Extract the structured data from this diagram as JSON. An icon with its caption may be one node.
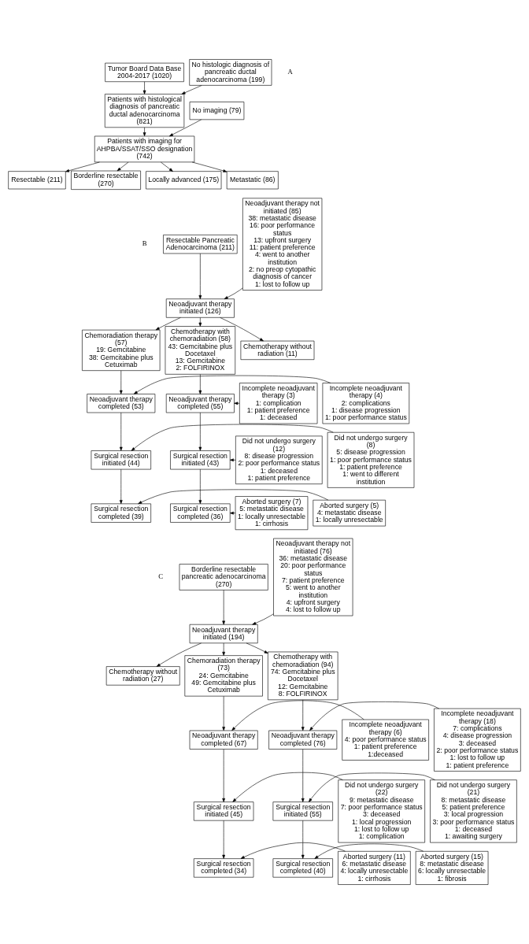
{
  "diagram": {
    "nodes": [
      {
        "text": [
          "Tumor Board Data Base 2004-2017 (1020)"
        ]
      },
      {
        "text": [
          "No histologic diagnosis of pancreatic ductal adenocarcinoma (199)"
        ]
      },
      {
        "text": [
          "Patients with histological diagnosis of pancreatic ductal adenocarcinoma (821)"
        ]
      },
      {
        "text": [
          "No imaging (79)"
        ]
      },
      {
        "text": [
          "Patients with imaging for AHPBA/SSAT/SSO designation (742)"
        ]
      },
      {
        "text": [
          "Resectable (211)"
        ]
      },
      {
        "text": [
          "Borderline resectable (270)"
        ]
      },
      {
        "text": [
          "Locally advanced (175)"
        ]
      },
      {
        "text": [
          "Metastatic (86)"
        ]
      },
      {
        "text": [
          "Resectable Pancreatic Adenocarcinoma (211)"
        ]
      },
      {
        "text": [
          "Neoadjuvant therapy not initiated (85)",
          "38: metastatic disease",
          "16: poor performance status",
          "13: upfront surgery",
          "11: patient preference",
          "4: went to another institution",
          "2: no preop cytopathic diagnosis of cancer",
          "1: lost to follow up"
        ]
      },
      {
        "text": [
          "Neoadjuvant therapy initiated (126)"
        ]
      },
      {
        "text": [
          "Chemoradiation therapy (57)",
          "19: Gemcitabine",
          "38: Gemcitabine plus Cetuximab"
        ]
      },
      {
        "text": [
          "Chemotherapy with chemoradiation (58)",
          "43: Gemcitabine plus Docetaxel",
          "13: Gemcitabine",
          "2: FOLFIRINOX"
        ]
      },
      {
        "text": [
          "Chemotherapy without radiation (11)"
        ]
      },
      {
        "text": [
          "Incomplete neoadjuvant therapy (4)",
          "2: complications",
          "1: disease progression",
          "1: poor performance status"
        ]
      },
      {
        "text": [
          "Neoadjuvant therapy completed (53)"
        ]
      },
      {
        "text": [
          "Incomplete neoadjuvant therapy (3)",
          "1: complication",
          "1: patient preference",
          "1: deceased"
        ]
      },
      {
        "text": [
          "Neoadjuvant therapy completed (55)"
        ]
      },
      {
        "text": [
          "Did not undergo surgery (8)",
          "5: disease progression",
          "1: poor performance status",
          "1: patient preference",
          "1: went to different institution"
        ]
      },
      {
        "text": [
          "Surgical resection initiated (44)"
        ]
      },
      {
        "text": [
          "Surgical resection initiated (43)"
        ]
      },
      {
        "text": [
          "Did not undergo surgery (12)",
          "8: disease progression",
          "2: poor performance status",
          "1: deceased",
          "1: patient preference"
        ]
      },
      {
        "text": [
          "Aborted surgery (5)",
          "4: metastatic disease",
          "1: locally unresectable"
        ]
      },
      {
        "text": [
          "Aborted surgery (7)",
          "5: metastatic disease",
          "1: locally unresectable",
          "1: cirrhosis"
        ]
      },
      {
        "text": [
          "Surgical resection completed (39)"
        ]
      },
      {
        "text": [
          "Surgical resection completed (36)"
        ]
      },
      {
        "text": [
          "Borderline resectable pancreatic adenocarcinoma (270)"
        ]
      },
      {
        "text": [
          "Neoadjuvant therapy not initiated (76)",
          "36: metastatic disease",
          "20: poor performance status",
          "7: patient preference",
          "5: went to another institution",
          "4: upfront surgery",
          "4: lost to follow up"
        ]
      },
      {
        "text": [
          "Neoadjuvant therapy initiated (194)"
        ]
      },
      {
        "text": [
          "Chemotherapy without radiation (27)"
        ]
      },
      {
        "text": [
          "Chemoradiation therapy (73)",
          "24: Gemcitabine",
          "49: Gemcitabine plus Cetuximab"
        ]
      },
      {
        "text": [
          "Chemotherapy with chemoradiation (94)",
          "74: Gemcitabine plus Docetaxel",
          "12: Gemcitabine",
          "8: FOLFIRINOX"
        ]
      },
      {
        "text": [
          "Incomplete neoadjuvant therapy (6)",
          "4: poor performance status",
          "1: patient preference",
          "1:deceased"
        ]
      },
      {
        "text": [
          "Incomplete neoadjuvant therapy (18)",
          "7: complications",
          "4: disease progression",
          "3: deceased",
          "2: poor performance status",
          "1: lost to follow up",
          "1: patient preference"
        ]
      },
      {
        "text": [
          "Neoadjuvant therapy completed (67)"
        ]
      },
      {
        "text": [
          "Neoadjuvant therapy completed (76)"
        ]
      },
      {
        "text": [
          "Did not undergo surgery (22)",
          "9: metastatic disease",
          "7: poor performance status",
          "3: deceased",
          "1: local progression",
          "1: lost to follow up",
          "1: complication"
        ]
      },
      {
        "text": [
          "Surgical resection initiated (45)"
        ]
      },
      {
        "text": [
          "Surgical resection initiated (55)"
        ]
      },
      {
        "text": [
          "Did not undergo surgery (21)",
          "8: metastatic disease",
          "5: patient preference",
          "3: local progression",
          "3: poor performance status",
          "1: deceased",
          "1: awaiting surgery"
        ]
      },
      {
        "text": [
          "Aborted surgery (11)",
          "6: metastatic disease",
          "4: locally unresectable",
          "1: cirrhosis"
        ]
      },
      {
        "text": [
          "Aborted surgery (15)",
          "8: metastatic disease",
          "6: locally unresectable",
          "1: fibrosis"
        ]
      },
      {
        "text": [
          "Surgical resection completed (34)"
        ]
      },
      {
        "text": [
          "Surgical resection completed (40)"
        ]
      }
    ],
    "edges": [
      {
        "from": 0,
        "to": 2,
        "arrow": "to"
      },
      {
        "from": 1,
        "to": 2,
        "arrow": "to"
      },
      {
        "from": 2,
        "to": 4,
        "arrow": "to"
      },
      {
        "from": 3,
        "to": 4,
        "arrow": "to"
      },
      {
        "from": 4,
        "to": 5,
        "arrow": "to"
      },
      {
        "from": 4,
        "to": 6,
        "arrow": "to"
      },
      {
        "from": 4,
        "to": 7,
        "arrow": "to"
      },
      {
        "from": 4,
        "to": 8,
        "arrow": "to"
      },
      {
        "from": 9,
        "to": 11,
        "arrow": "to"
      },
      {
        "from": 10,
        "to": 11,
        "arrow": "to"
      },
      {
        "from": 11,
        "to": 12,
        "arrow": "to"
      },
      {
        "from": 11,
        "to": 13,
        "arrow": "to"
      },
      {
        "from": 11,
        "to": 14,
        "arrow": "to"
      },
      {
        "from": 12,
        "to": 16,
        "arrow": "to"
      },
      {
        "from": 15,
        "to": 16,
        "arrow": "to"
      },
      {
        "from": 13,
        "to": 18,
        "arrow": "to"
      },
      {
        "from": 17,
        "to": 18,
        "arrow": "to"
      },
      {
        "from": 16,
        "to": 20,
        "arrow": "to"
      },
      {
        "from": 19,
        "to": 20,
        "arrow": "to"
      },
      {
        "from": 18,
        "to": 21,
        "arrow": "to"
      },
      {
        "from": 22,
        "to": 21,
        "arrow": "to"
      },
      {
        "from": 20,
        "to": 25,
        "arrow": "to"
      },
      {
        "from": 23,
        "to": 25,
        "arrow": "to"
      },
      {
        "from": 21,
        "to": 26,
        "arrow": "to"
      },
      {
        "from": 24,
        "to": 26,
        "arrow": "to"
      },
      {
        "from": 27,
        "to": 29,
        "arrow": "to"
      },
      {
        "from": 28,
        "to": 29,
        "arrow": "to"
      },
      {
        "from": 29,
        "to": 30,
        "arrow": "to"
      },
      {
        "from": 29,
        "to": 31,
        "arrow": "to"
      },
      {
        "from": 29,
        "to": 32,
        "arrow": "to"
      },
      {
        "from": 31,
        "to": 35,
        "arrow": "to"
      },
      {
        "from": 33,
        "to": 35,
        "arrow": "to"
      },
      {
        "from": 32,
        "to": 36,
        "arrow": "to"
      },
      {
        "from": 34,
        "to": 36,
        "arrow": "to"
      },
      {
        "from": 35,
        "to": 38,
        "arrow": "to"
      },
      {
        "from": 37,
        "to": 38,
        "arrow": "to"
      },
      {
        "from": 36,
        "to": 39,
        "arrow": "to"
      },
      {
        "from": 40,
        "to": 39,
        "arrow": "to"
      },
      {
        "from": 38,
        "to": 43,
        "arrow": "to"
      },
      {
        "from": 41,
        "to": 43,
        "arrow": "to"
      },
      {
        "from": 39,
        "to": 44,
        "arrow": "to"
      },
      {
        "from": 42,
        "to": 44,
        "arrow": "to"
      }
    ],
    "labels": [
      "A",
      "B",
      "C"
    ]
  }
}
